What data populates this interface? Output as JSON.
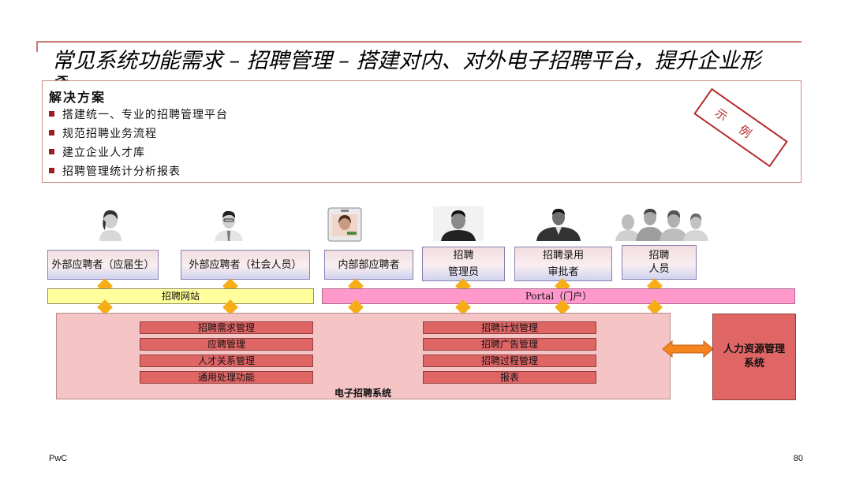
{
  "title": "常见系统功能需求 – 招聘管理 – 搭建对内、对外电子招聘平台，提升企业形",
  "title_overflow": "象",
  "solution": {
    "heading": "解决方案",
    "items": [
      "搭建统一、专业的招聘管理平台",
      "规范招聘业务流程",
      "建立企业人才库",
      "招聘管理统计分析报表"
    ]
  },
  "stamp": "示例",
  "roles": [
    {
      "label": "外部应聘者（应届生）"
    },
    {
      "label": "外部应聘者（社会人员）"
    },
    {
      "label": "内部部应聘者"
    },
    {
      "line1": "招聘",
      "line2": "管理员"
    },
    {
      "line1": "招聘录用",
      "line2": "审批者"
    },
    {
      "line1": "招聘",
      "line2": "人员"
    }
  ],
  "bars": {
    "website": "招聘网站",
    "portal": "Portal（门户）"
  },
  "modules_left": [
    "招聘需求管理",
    "应聘管理",
    "人才关系管理",
    "通用处理功能"
  ],
  "modules_right": [
    "招聘计划管理",
    "招聘广告管理",
    "招聘过程管理",
    "报表"
  ],
  "system_label": "电子招聘系统",
  "hr_system": {
    "line1": "人力资源管理",
    "line2": "系统"
  },
  "footer": {
    "brand": "PwC",
    "page": "80"
  },
  "colors": {
    "accent_dark_red": "#9b1c21",
    "module_red": "#e06666",
    "system_pink": "#f5c5c6",
    "connector_orange": "#f7ad16",
    "arrow_orange": "#f5841f"
  }
}
